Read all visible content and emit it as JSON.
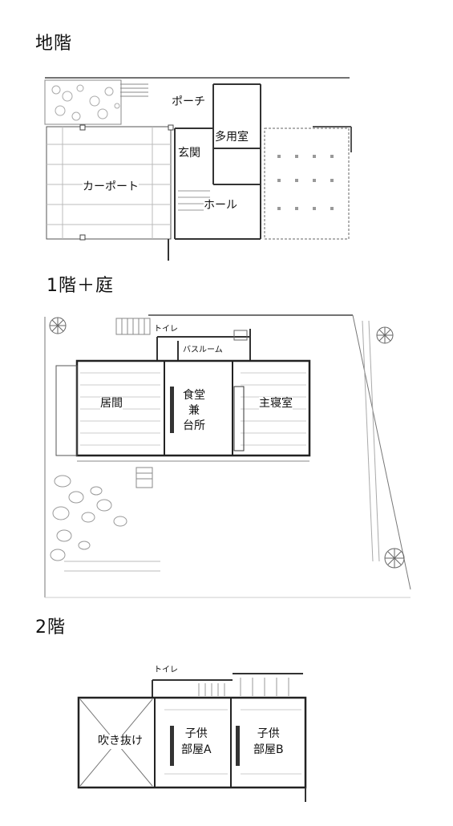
{
  "floors": {
    "basement": {
      "title": "地階",
      "rooms": {
        "porch": "ポーチ",
        "utility": "多用室",
        "entrance": "玄関",
        "carport": "カーポート",
        "hall": "ホール"
      }
    },
    "first": {
      "title": "1階＋庭",
      "rooms": {
        "toilet": "トイレ",
        "bathroom": "バスルーム",
        "living": "居間",
        "dining_line1": "食堂",
        "dining_line2": "兼",
        "dining_line3": "台所",
        "master": "主寝室"
      }
    },
    "second": {
      "title": "2階",
      "rooms": {
        "toilet": "トイレ",
        "void": "吹き抜け",
        "child_a_line1": "子供",
        "child_a_line2": "部屋A",
        "child_b_line1": "子供",
        "child_b_line2": "部屋B"
      }
    }
  }
}
